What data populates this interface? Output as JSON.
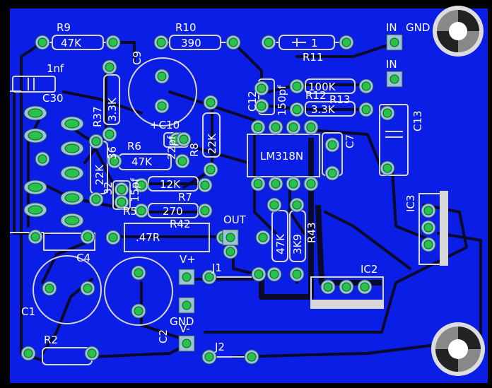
{
  "labels": {
    "r9": "R9",
    "r9_val": "47K",
    "r10": "R10",
    "r10_val": "390",
    "r11_val": "1",
    "r11": "R11",
    "in_gnd_in": "IN",
    "in_gnd_gnd": "GND",
    "in2": "IN",
    "c30_val": "1nf",
    "c30": "C30",
    "c9": "C9",
    "r37": "R37",
    "r37_val": "3.3K",
    "c12": "C12",
    "c12_val": "150pf",
    "r12_val": "100K",
    "r12": "R12",
    "r13": "R13",
    "r13_val": "3.3K",
    "c13": "C13",
    "c10": "+C10",
    "c10_val": "22pf",
    "r8": "R8",
    "r8_val": "22K",
    "r6": "R6",
    "r6_val": "47K",
    "r36_val": "22K",
    "r36": "36",
    "c7": "C7",
    "lm318n": "LM318N",
    "c32_val": "15pf",
    "c32": "32",
    "r_12k": "12K",
    "r7": "R7",
    "r7_val": "270",
    "ic3": "IC3",
    "r5": "R5",
    "r5_val": ".47R",
    "r42": "R42",
    "out": "OUT",
    "r43": "R43",
    "r_3k9": "3K9",
    "r_47k": "47K",
    "c4": "C4",
    "vplus": "V+",
    "j1": "J1",
    "ic2": "IC2",
    "c1": "C1",
    "c2": "C2",
    "gnd2": "GND",
    "vminus": "V-",
    "r2": "R2",
    "j2": "J2"
  },
  "colors": {
    "board": "#0a1ee6",
    "copper_void": "#0a0a2a",
    "silkscreen": "#d8d8d8",
    "pad": "#26c24a",
    "pad_ring": "#9cc3d6"
  }
}
